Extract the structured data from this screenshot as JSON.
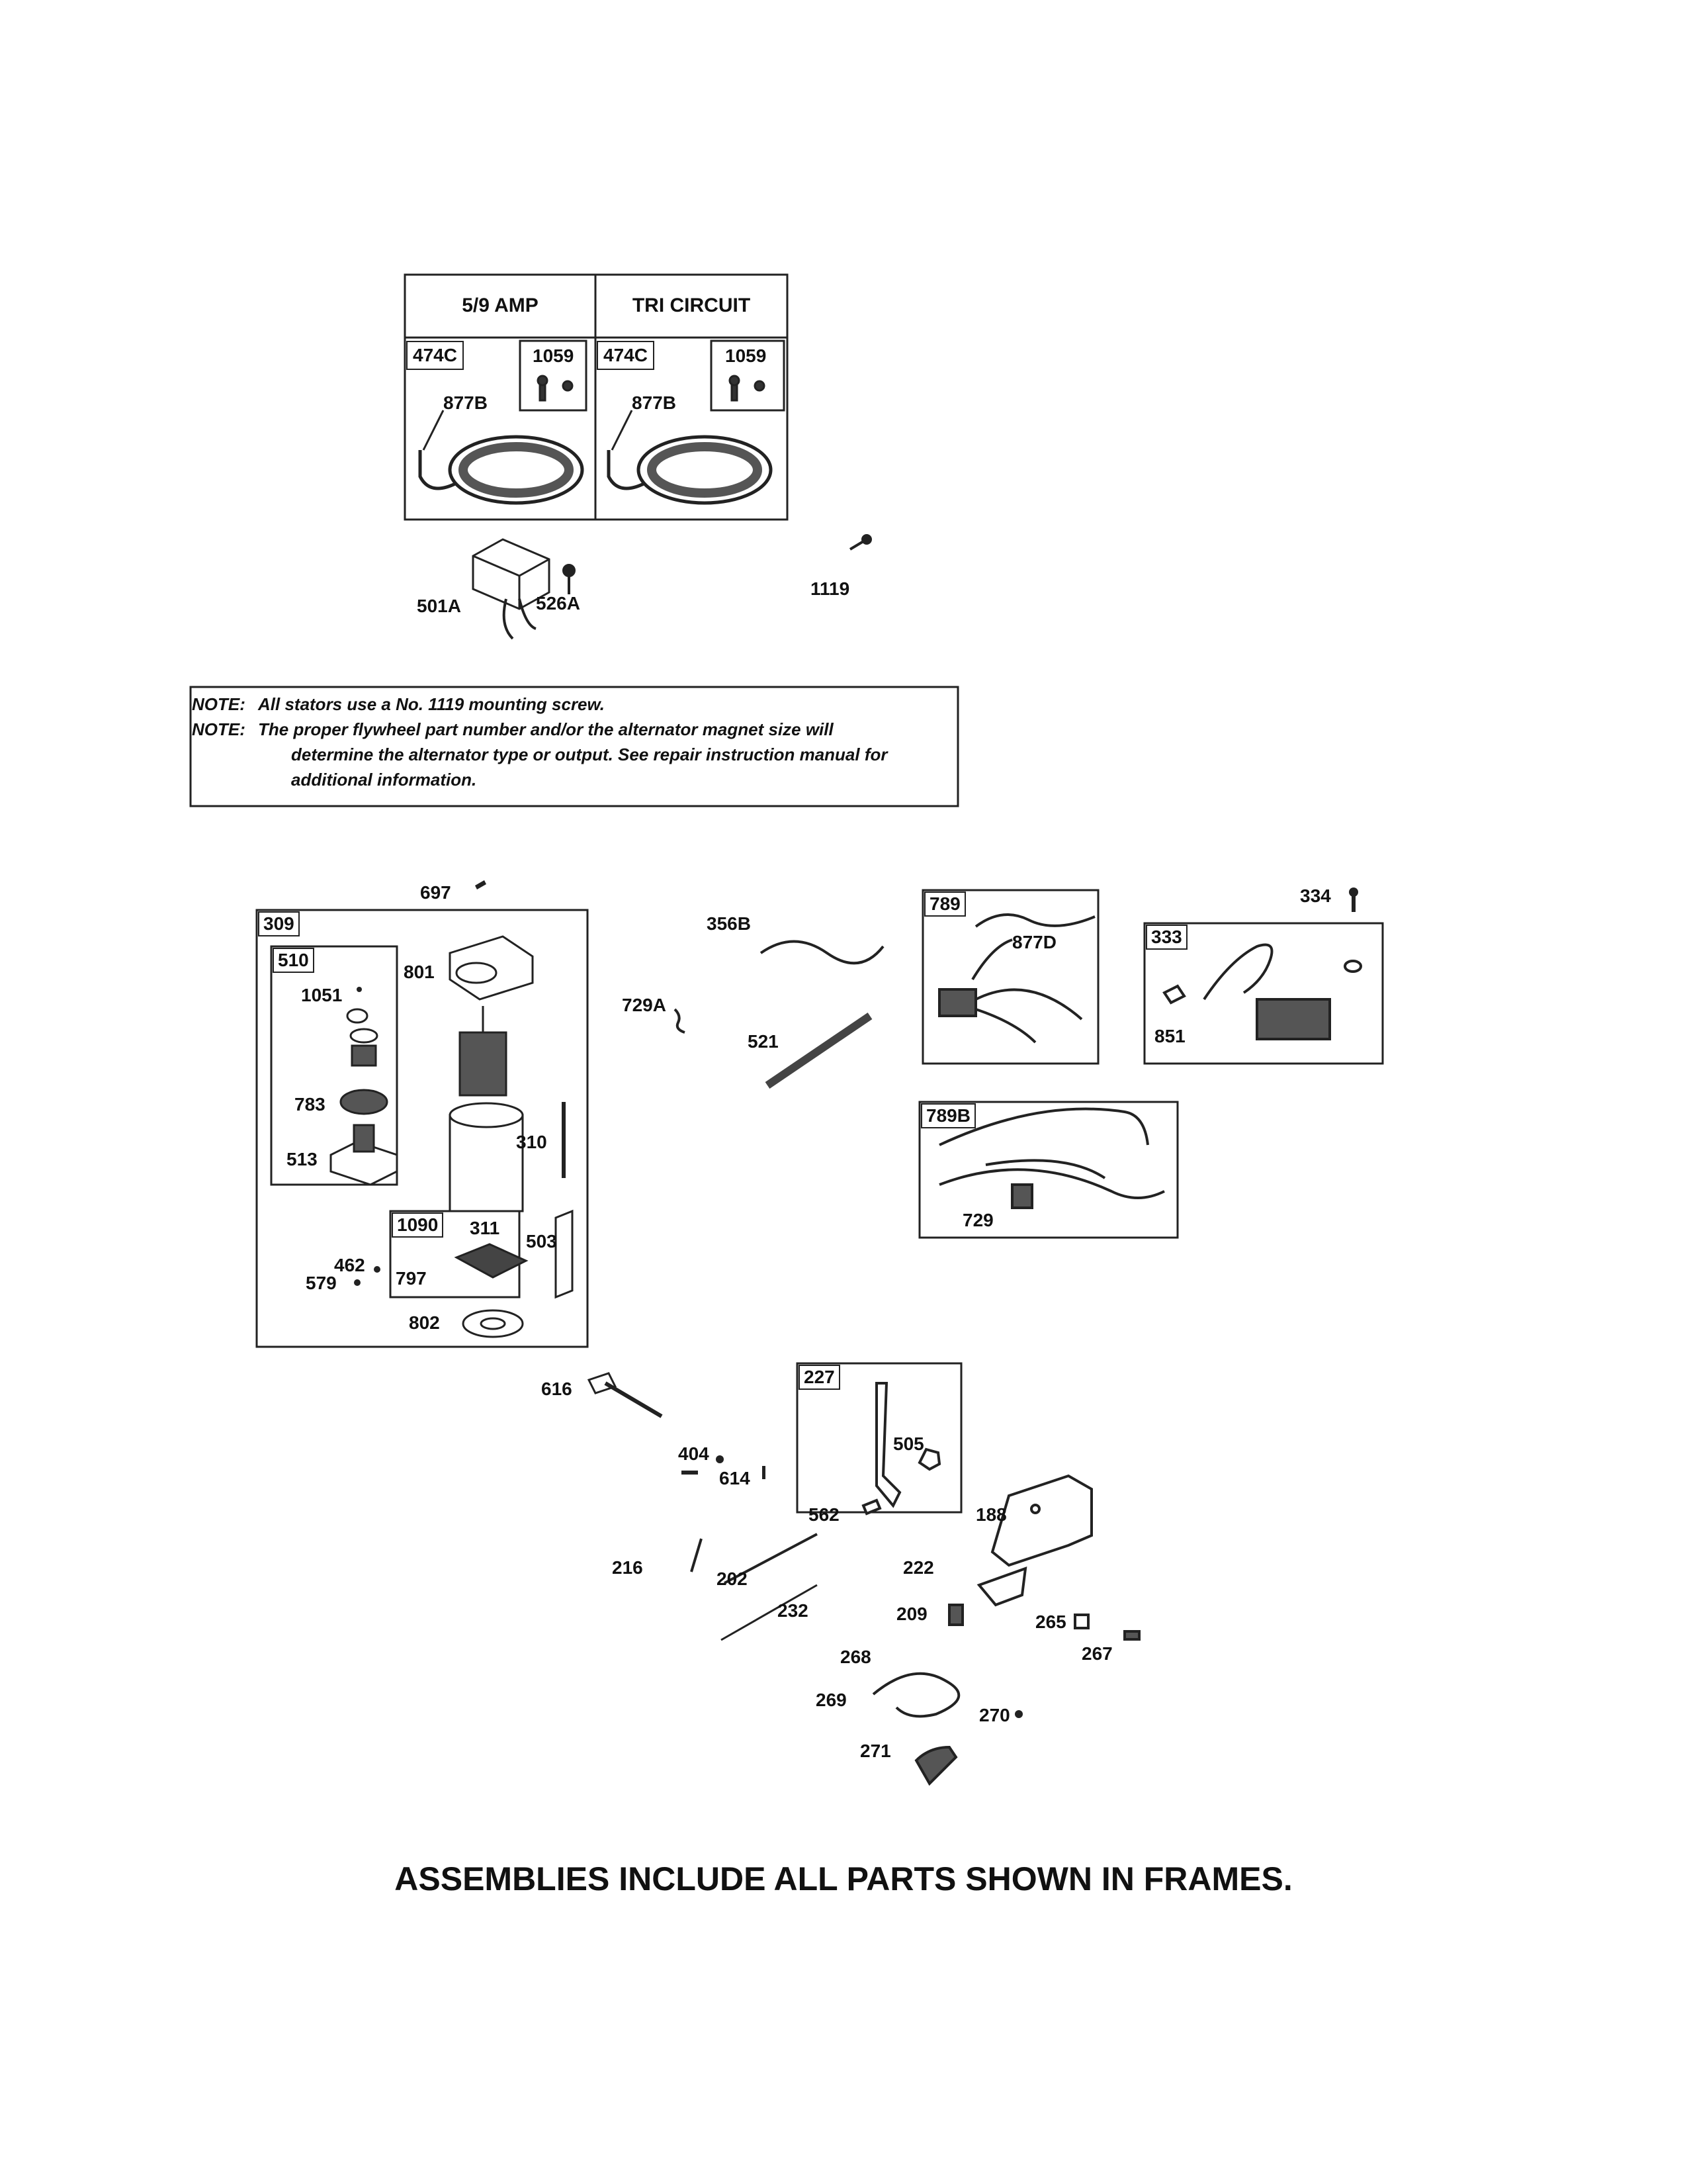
{
  "stator_table": {
    "col1_header": "5/9 AMP",
    "col2_header": "TRI CIRCUIT",
    "col1_part": "474C",
    "col1_screw": "1059",
    "col1_lead": "877B",
    "col2_part": "474C",
    "col2_screw": "1059",
    "col2_lead": "877B"
  },
  "labels": {
    "p501A": "501A",
    "p526A": "526A",
    "p1119": "1119",
    "p697": "697",
    "p309": "309",
    "p510": "510",
    "p801": "801",
    "p1051": "1051",
    "p783": "783",
    "p513": "513",
    "p310": "310",
    "p1090": "1090",
    "p311": "311",
    "p503": "503",
    "p462": "462",
    "p579": "579",
    "p797": "797",
    "p802": "802",
    "p356B": "356B",
    "p729A": "729A",
    "p521": "521",
    "p789": "789",
    "p877D": "877D",
    "p334": "334",
    "p333": "333",
    "p851": "851",
    "p789B": "789B",
    "p729": "729",
    "p616": "616",
    "p404": "404",
    "p614": "614",
    "p227": "227",
    "p505": "505",
    "p562": "562",
    "p188": "188",
    "p216": "216",
    "p202": "202",
    "p222": "222",
    "p232": "232",
    "p209": "209",
    "p265": "265",
    "p267": "267",
    "p268": "268",
    "p269": "269",
    "p270": "270",
    "p271": "271"
  },
  "note": {
    "line1_kw": "NOTE:",
    "line1": "All stators use a No. 1119 mounting screw.",
    "line2_kw": "NOTE:",
    "line2": "The proper flywheel part number and/or the alternator magnet size will",
    "line3": "determine the alternator type or output. See repair instruction manual for",
    "line4": "additional information."
  },
  "footer": "ASSEMBLIES INCLUDE ALL PARTS SHOWN IN FRAMES."
}
